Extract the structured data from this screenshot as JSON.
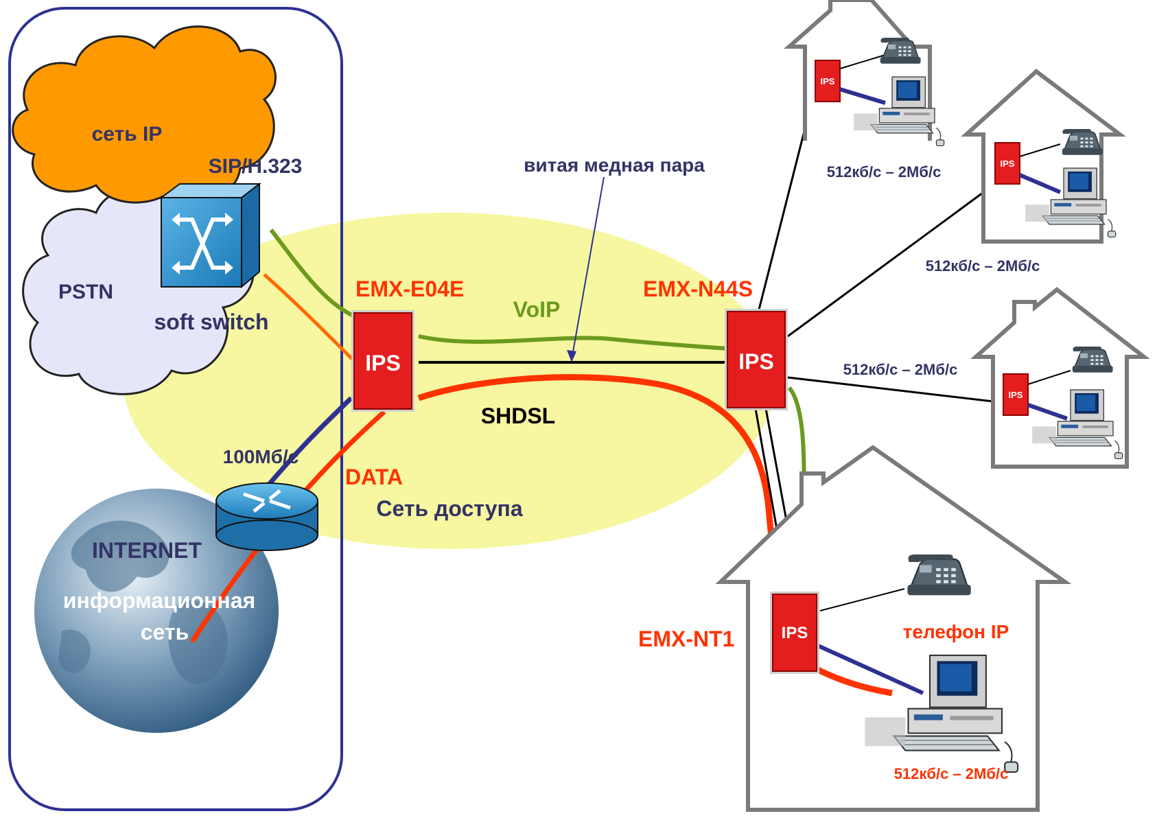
{
  "labels": {
    "ip_network": "сеть IP",
    "sip": "SIP/H.323",
    "pstn": "PSTN",
    "softswitch": "soft switch",
    "emx_e04e": "EMX-E04E",
    "emx_n44s": "EMX-N44S",
    "emx_nt1": "EMX-NT1",
    "voip": "VoIP",
    "shdsl": "SHDSL",
    "twisted_pair": "витая медная пара",
    "speed_100": "100Мб/с",
    "data": "DATA",
    "access_net": "Сеть доступа",
    "internet": "INTERNET",
    "info_net_1": "информационная",
    "info_net_2": "сеть",
    "ip_phone": "телефон IP",
    "rate_house1": "512кб/с – 2Мб/с",
    "rate_house2": "512кб/с – 2Мб/с",
    "rate_house3": "512кб/с – 2Мб/с",
    "rate_house4": "512кб/с – 2Мб/с"
  },
  "ips_text": "IPS",
  "colors": {
    "frame": "#2e3192",
    "ips_red": "#e41e1e",
    "green_line": "#6b9a1e",
    "orange_line": "#ff3300",
    "blue_line": "#2e3192",
    "ellipse": "#f6f7a0",
    "cloud_orange": "#ff9900",
    "cloud_lilac": "#e6e6fa",
    "label_red": "#ff3300",
    "label_navy": "#333366"
  }
}
